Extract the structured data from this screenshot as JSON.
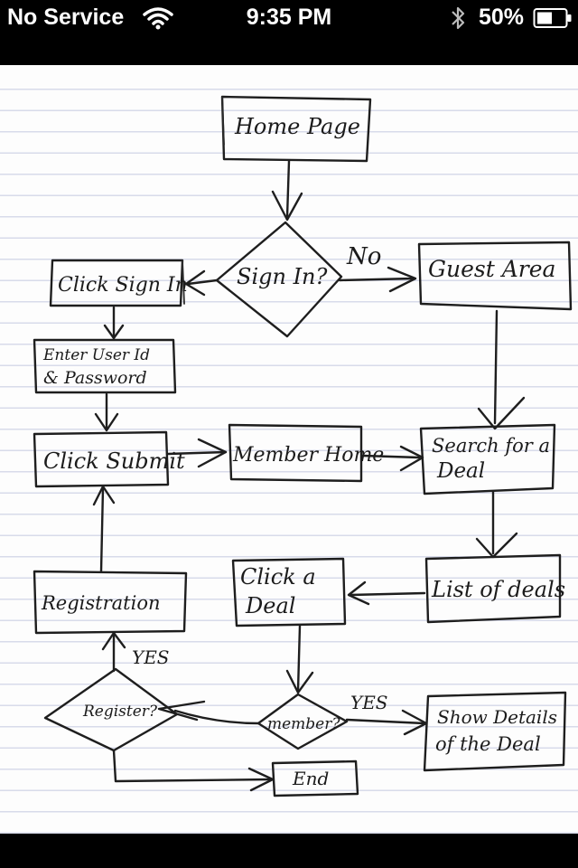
{
  "status_bar": {
    "carrier": "No Service",
    "time": "9:35 PM",
    "battery_percent": "50%",
    "icons": [
      "wifi-icon",
      "bluetooth-icon",
      "battery-icon"
    ]
  },
  "flowchart": {
    "nodes": {
      "home_page": "Home Page",
      "sign_in_decision": "Sign In?",
      "click_sign_in": "Click Sign In",
      "guest_area": "Guest Area",
      "enter_credentials_line1": "Enter User Id",
      "enter_credentials_line2": "& Password",
      "click_submit": "Click Submit",
      "member_home": "Member Home",
      "search_deal_line1": "Search for a",
      "search_deal_line2": "Deal",
      "list_of_deals": "List of deals",
      "click_deal_line1": "Click a",
      "click_deal_line2": "Deal",
      "registration": "Registration",
      "register_decision": "Register?",
      "member_decision": "member?",
      "show_details_line1": "Show Details",
      "show_details_line2": "of the Deal",
      "end": "End"
    },
    "edge_labels": {
      "no": "No",
      "yes_registration": "YES",
      "yes_member": "YES"
    }
  }
}
